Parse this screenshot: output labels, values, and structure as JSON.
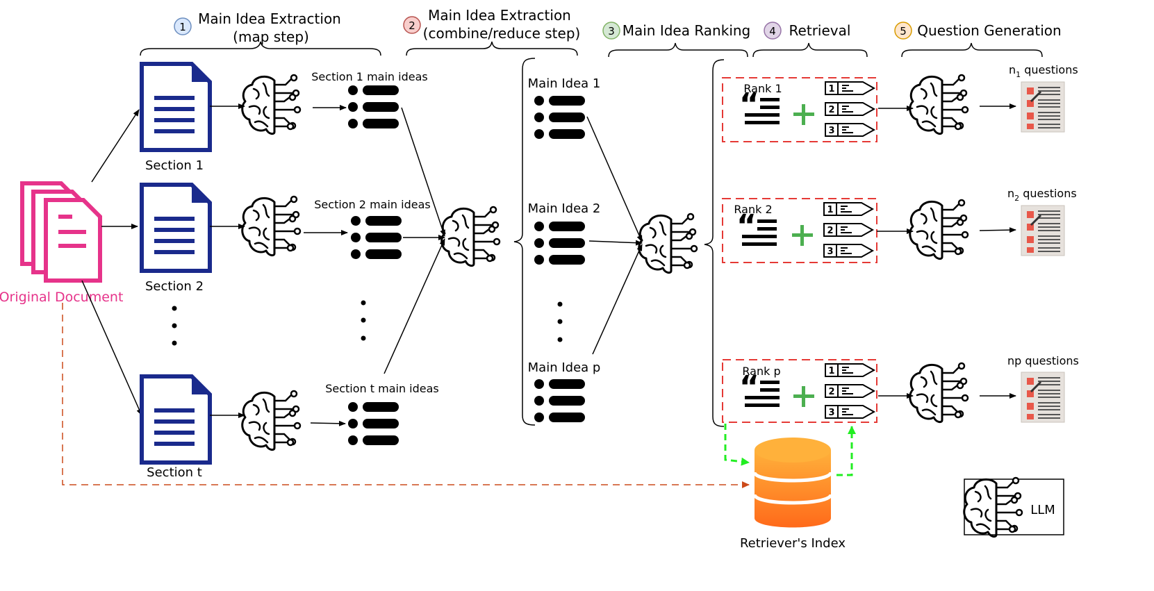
{
  "steps": [
    {
      "num": "1",
      "title_line1": "Main Idea Extraction",
      "title_line2": "(map step)",
      "color": "#dae8fc",
      "stroke": "#6c8ebf"
    },
    {
      "num": "2",
      "title_line1": "Main Idea Extraction",
      "title_line2": "(combine/reduce step)",
      "color": "#f8cecc",
      "stroke": "#b85450"
    },
    {
      "num": "3",
      "title_line1": "Main Idea Ranking",
      "color": "#d5e8d4",
      "stroke": "#82b366"
    },
    {
      "num": "4",
      "title_line1": "Retrieval",
      "color": "#e1d5e7",
      "stroke": "#9673a6"
    },
    {
      "num": "5",
      "title_line1": "Question Generation",
      "color": "#ffe6cc",
      "stroke": "#d79b00"
    }
  ],
  "original_document": {
    "label": "Original Document",
    "color": "#e6338a"
  },
  "sections": [
    {
      "label": "Section 1",
      "main_ideas_label": "Section 1 main ideas"
    },
    {
      "label": "Section 2",
      "main_ideas_label": "Section 2 main ideas"
    },
    {
      "label": "Section t",
      "main_ideas_label": "Section t main ideas"
    }
  ],
  "main_ideas": [
    "Main Idea 1",
    "Main Idea 2",
    "Main Idea p"
  ],
  "ranks": [
    {
      "label": "Rank 1",
      "output": "n",
      "sub": "1",
      "suffix": " questions"
    },
    {
      "label": "Rank 2",
      "output": "n",
      "sub": "2",
      "suffix": " questions"
    },
    {
      "label": "Rank p",
      "output": "np questions",
      "sub": "",
      "suffix": ""
    }
  ],
  "retrieved_items": [
    "1",
    "2",
    "3"
  ],
  "retriever": {
    "label": "Retriever's Index"
  },
  "legend": {
    "label": "LLM"
  },
  "colors": {
    "doc_blue": "#1a2a8c",
    "dashed_red": "#e53935",
    "dashed_orange": "#cc4a1a",
    "green": "#22ee22",
    "plus_green": "#4caf50"
  },
  "icons": [
    "document-icon",
    "brain-circuit-icon",
    "bullet-list-icon",
    "quote-icon",
    "plus-icon",
    "checklist-icon",
    "database-icon"
  ]
}
